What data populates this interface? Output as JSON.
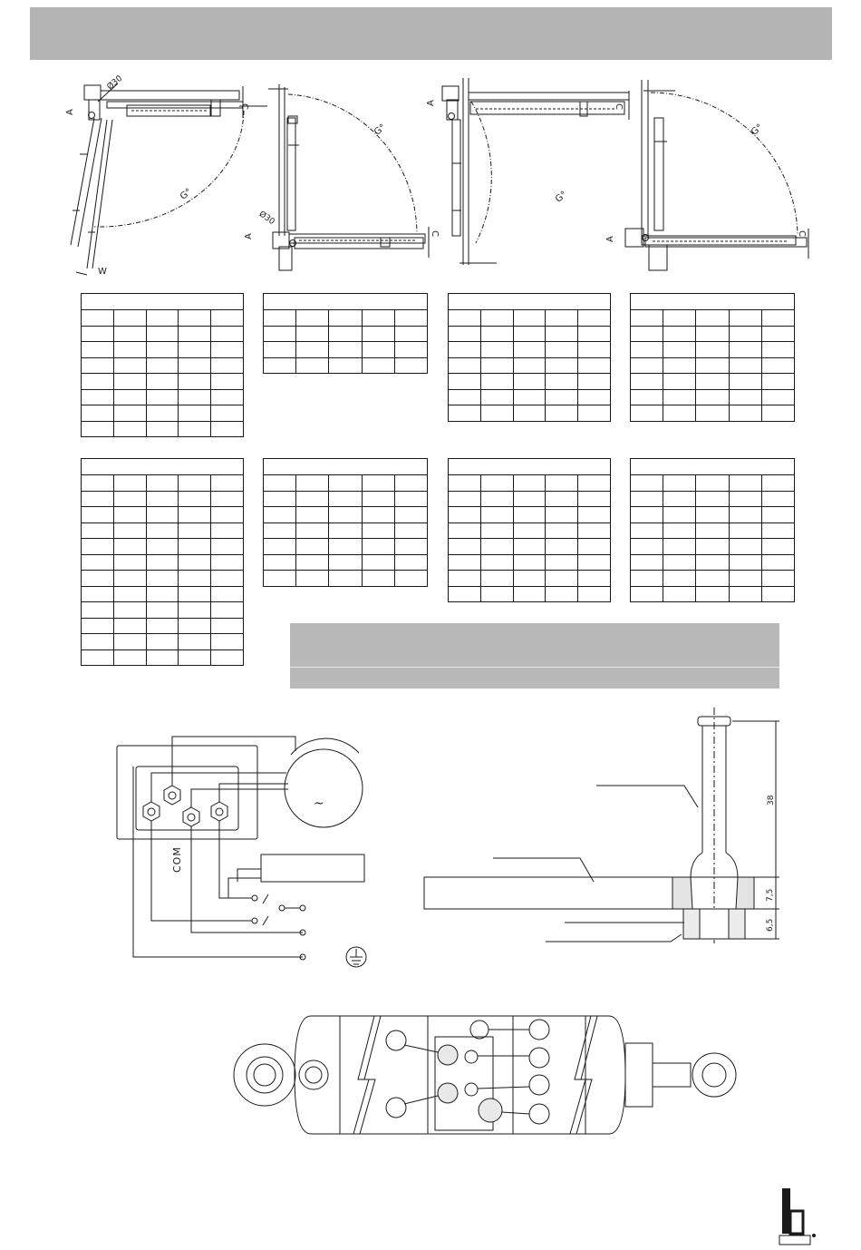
{
  "labels": {
    "A": "A",
    "C": "C",
    "W": "W",
    "G": "G°",
    "dia30": "Ø30",
    "com": "COM",
    "dim38": "38",
    "dim75": "7,5",
    "dim65": "6,5",
    "tilde": "~"
  },
  "colors": {
    "header": "#b4b4b4",
    "note_panel": "#b9b9b9",
    "ink": "#1a1a1a"
  },
  "tables_row1": [
    {
      "cols": 5,
      "rows": 8
    },
    {
      "cols": 5,
      "rows": 4
    },
    {
      "cols": 5,
      "rows": 7
    },
    {
      "cols": 5,
      "rows": 7
    }
  ],
  "tables_row2": [
    {
      "cols": 5,
      "rows": 12
    },
    {
      "cols": 5,
      "rows": 7
    },
    {
      "cols": 5,
      "rows": 8
    },
    {
      "cols": 5,
      "rows": 8
    }
  ]
}
